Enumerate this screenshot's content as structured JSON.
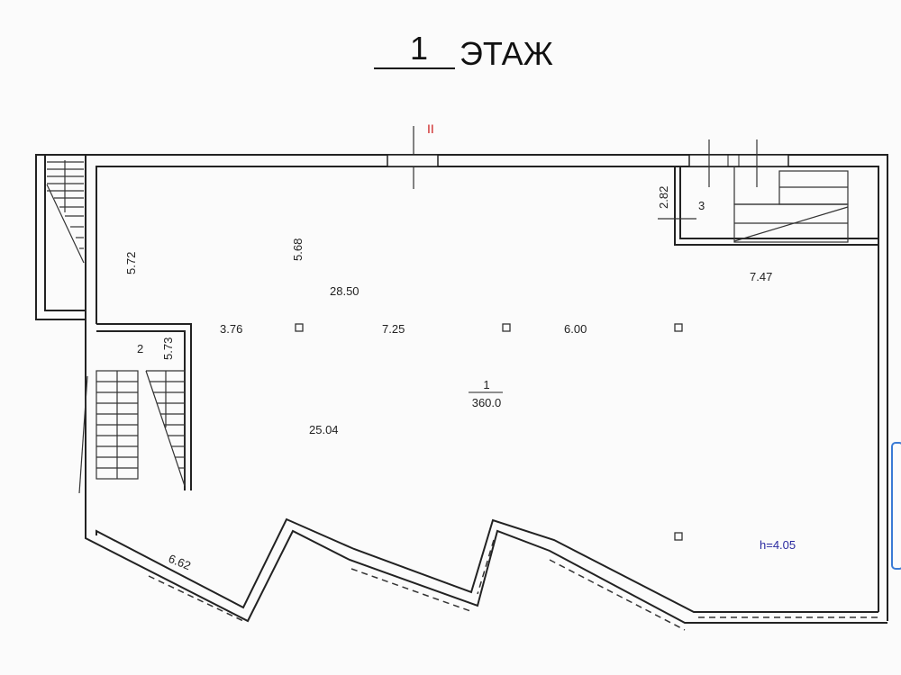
{
  "title": {
    "number": "1",
    "word": "ЭТАЖ"
  },
  "section_mark": "II",
  "rooms": [
    {
      "number": "1",
      "area": "360.0"
    },
    {
      "number": "2"
    },
    {
      "number": "3"
    }
  ],
  "dimensions": {
    "d572": "5.72",
    "d568": "5.68",
    "d2850": "28.50",
    "d376": "3.76",
    "d725": "7.25",
    "d600": "6.00",
    "d747": "7.47",
    "d282": "2.82",
    "d573": "5.73",
    "d2504": "25.04",
    "d662": "6.62"
  },
  "height_label": "h=4.05",
  "colors": {
    "line": "#222222",
    "section_mark": "#cc2222",
    "height_label": "#2a2aa0",
    "accent_blue": "#3a7bd5"
  }
}
